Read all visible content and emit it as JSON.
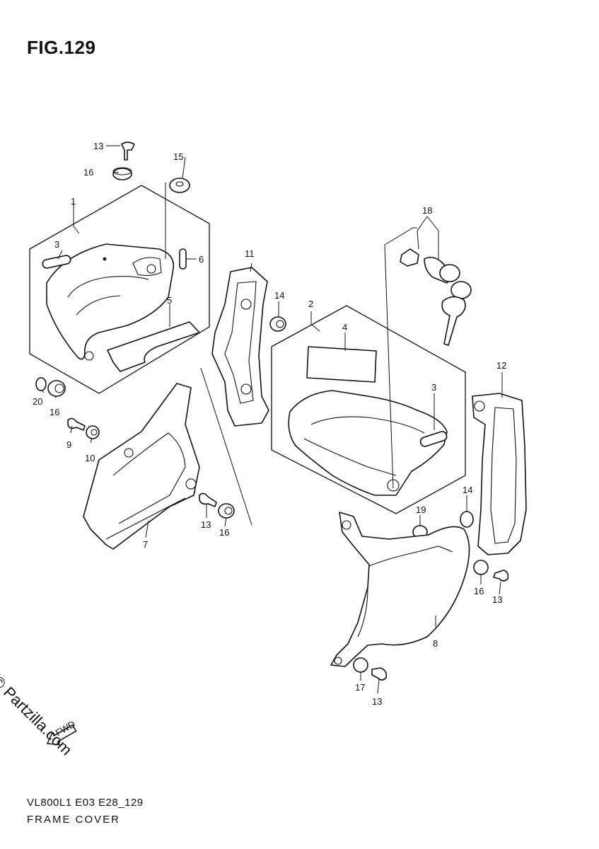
{
  "figure": {
    "title": "FIG.129",
    "model_code": "VL800L1 E03 E28_129",
    "section_name": "FRAME COVER",
    "watermark": "© Partzilla.com",
    "direction_marker": "FWD"
  },
  "callouts": {
    "c1": "1",
    "c2": "2",
    "c3a": "3",
    "c3b": "3",
    "c4": "4",
    "c5": "5",
    "c6": "6",
    "c7": "7",
    "c8": "8",
    "c9": "9",
    "c10": "10",
    "c11": "11",
    "c12": "12",
    "c13a": "13",
    "c13b": "13",
    "c13c": "13",
    "c13d": "13",
    "c14a": "14",
    "c14b": "14",
    "c15": "15",
    "c16a": "16",
    "c16b": "16",
    "c16c": "16",
    "c16d": "16",
    "c17": "17",
    "c18": "18",
    "c19": "19",
    "c20": "20"
  }
}
